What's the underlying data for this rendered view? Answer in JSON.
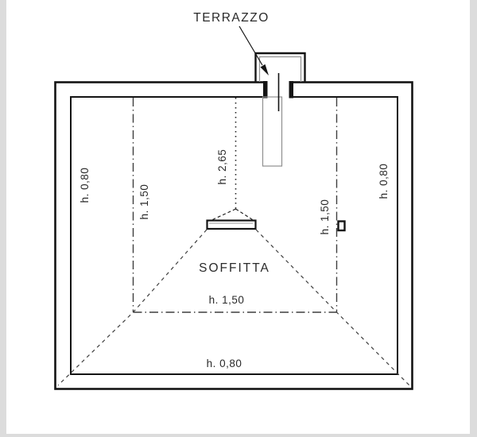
{
  "plan": {
    "terrace_label": "TERRAZZO",
    "room_label": "SOFFITTA",
    "heights": {
      "left_wall": "h. 0,80",
      "left_mid": "h. 1,50",
      "center": "h. 2,65",
      "right_mid": "h. 1,50",
      "right_wall": "h. 0,80",
      "bottom_mid": "h. 1,50",
      "bottom_wall": "h. 0,80"
    },
    "colors": {
      "wall_stroke": "#141414",
      "contour_stroke": "#3f3f3f",
      "light_detail_stroke": "#8f8f8f",
      "text": "#2a2a2a",
      "page_margin": "#dcdcdc",
      "background": "#ffffff"
    }
  }
}
